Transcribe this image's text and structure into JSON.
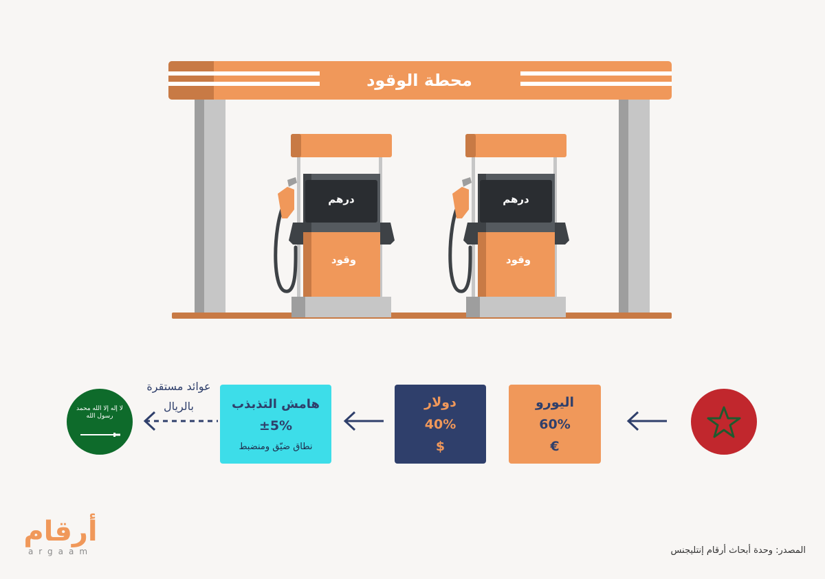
{
  "station": {
    "title": "محطة الوقود",
    "pump1": {
      "display": "درهم",
      "body": "وقود"
    },
    "pump2": {
      "display": "درهم",
      "body": "وقود"
    }
  },
  "flow": {
    "euro": {
      "title": "اليورو",
      "percent": "60%",
      "symbol": "€"
    },
    "dollar": {
      "title": "دولار",
      "percent": "40%",
      "symbol": "$"
    },
    "band": {
      "title": "هامش التذبذب",
      "value": "±5%",
      "note": "نطاق ضيّق ومنضبط"
    },
    "revenue_line1": "عوائد مستقرة",
    "revenue_line2": "بالريال",
    "saudi_flag_text": "لا إله إلا الله محمد رسول الله"
  },
  "footer": {
    "logo_ar": "أرقام",
    "logo_en": "argaam",
    "source": "المصدر: وحدة أبحاث أرقام إنتليجنس"
  },
  "colors": {
    "orange": "#f0985a",
    "orange_dark": "#c87a45",
    "navy": "#2f3f6b",
    "cyan": "#3ddde9",
    "green": "#0e6b2b",
    "red": "#c1272d"
  }
}
